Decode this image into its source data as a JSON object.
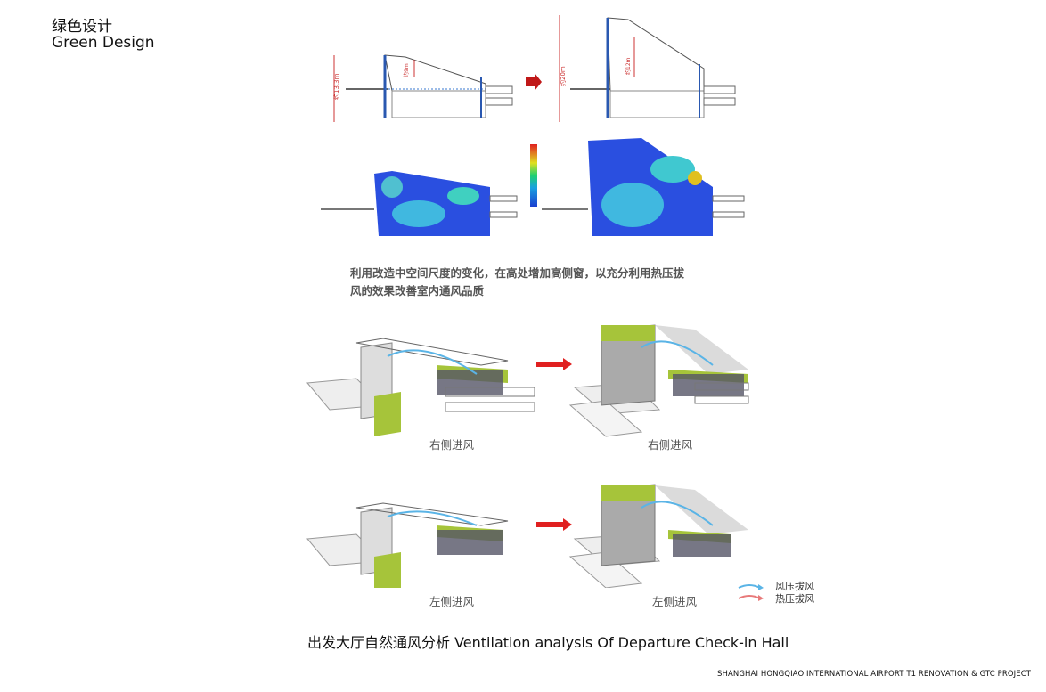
{
  "header": {
    "title_cn": "绿色设计",
    "title_en": "Green Design"
  },
  "description": {
    "line1": "利用改造中空间尺度的变化，在高处增加高侧窗，以充分利用热压拔",
    "line2": "风的效果改善室内通风品质"
  },
  "sections": {
    "before_height": "约13.3m",
    "after_height": "约20m",
    "after_inner": "约12m",
    "before_inner": "约9m"
  },
  "captions": {
    "right_before": "右侧进风",
    "right_after": "右侧进风",
    "left_before": "左侧进风",
    "left_after": "左侧进风"
  },
  "legend": {
    "wind_pressure": "风压拔风",
    "thermal_pressure": "热压拔风",
    "wind_color": "#5ab4e6",
    "thermal_color": "#e87a7a"
  },
  "title": "出发大厅自然通风分析  Ventilation analysis Of Departure Check-in Hall",
  "footer": "SHANGHAI HONGQIAO INTERNATIONAL AIRPORT T1 RENOVATION & GTC PROJECT",
  "colors": {
    "accent_arrow": "#e02020",
    "green_wall": "#a6c43a",
    "cfd_blue": "#1a3fd0"
  }
}
